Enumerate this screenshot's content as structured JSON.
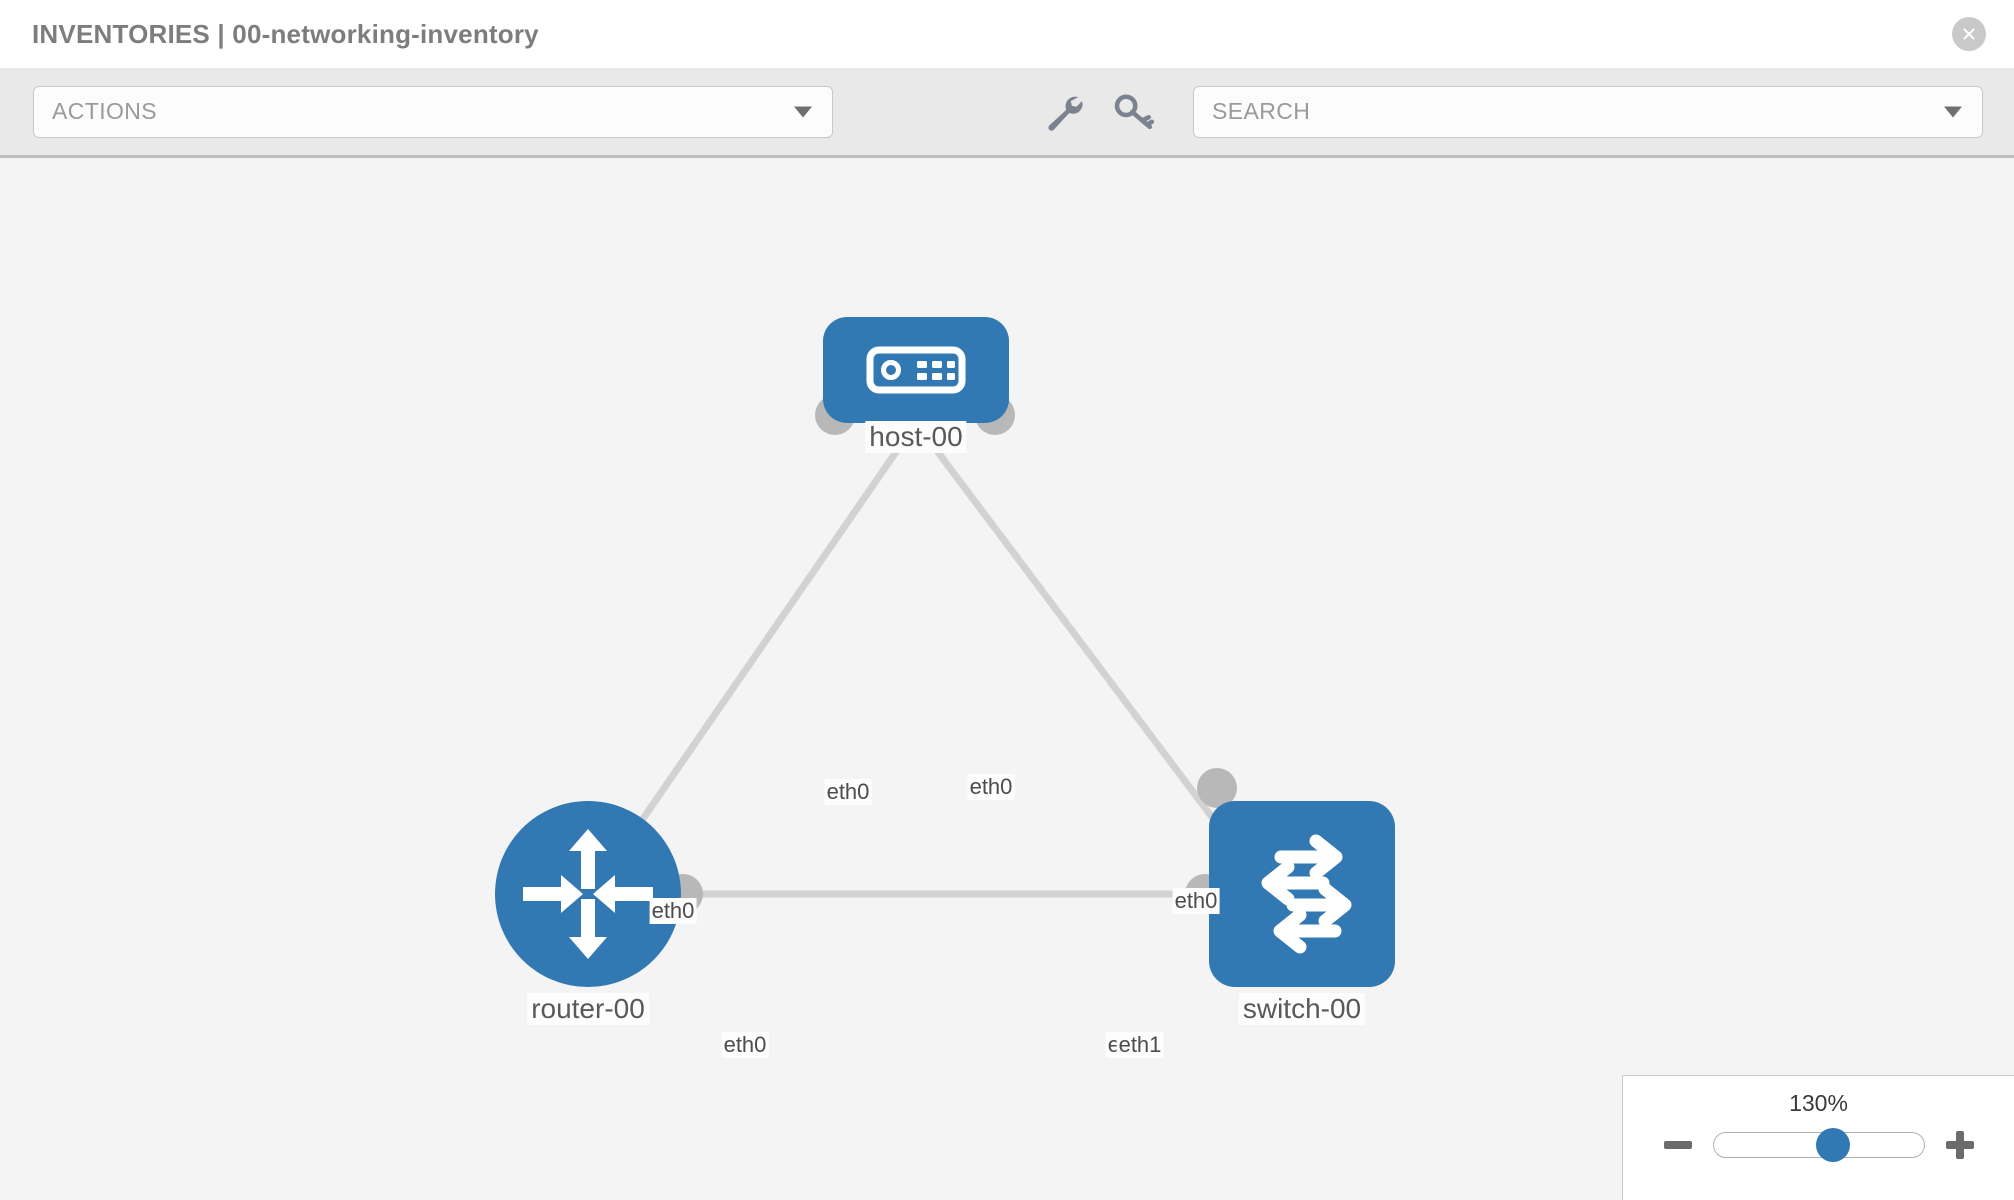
{
  "header": {
    "title": "INVENTORIES | 00-networking-inventory",
    "close_icon": "close-circle-icon"
  },
  "toolbar": {
    "actions_label": "ACTIONS",
    "actions_caret_icon": "chevron-down-icon",
    "wrench_icon": "wrench-icon",
    "key_icon": "key-icon",
    "search_placeholder": "SEARCH",
    "search_caret_icon": "chevron-down-icon"
  },
  "topology": {
    "nodes": [
      {
        "id": "host-00",
        "label": "host-00",
        "type": "host",
        "icon": "server-icon",
        "color": "#3279b3"
      },
      {
        "id": "router-00",
        "label": "router-00",
        "type": "router",
        "icon": "router-arrows-icon",
        "color": "#3279b3"
      },
      {
        "id": "switch-00",
        "label": "switch-00",
        "type": "switch",
        "icon": "switch-arrows-icon",
        "color": "#3279b3"
      }
    ],
    "links": [
      {
        "from": "router-00",
        "to": "host-00",
        "from_port": "eth0",
        "to_port": "eth0"
      },
      {
        "from": "host-00",
        "to": "switch-00",
        "from_port": "eth0",
        "to_port": "eth0"
      },
      {
        "from": "router-00",
        "to": "switch-00",
        "from_port": "eth0",
        "to_port": "eth1"
      }
    ],
    "port_labels": {
      "host_left": "eth0",
      "host_right": "eth0",
      "router_up": "eth0",
      "router_right": "eth0",
      "switch_up": "eth0",
      "switch_left_a": "eth",
      "switch_left_b": "eth1"
    },
    "link_color": "#d2d2d2",
    "port_color": "#b8b8b8"
  },
  "zoom": {
    "value": "130%",
    "minus_label": "minus-button",
    "plus_label": "plus-button"
  }
}
